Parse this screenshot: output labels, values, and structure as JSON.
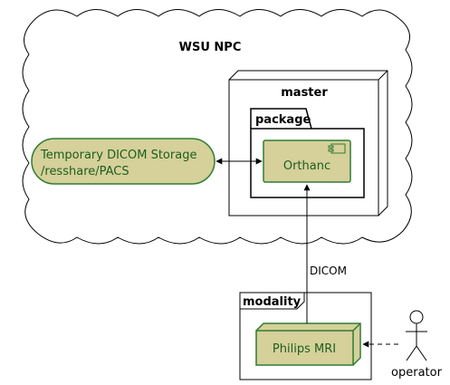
{
  "cloud": {
    "title": "WSU NPC"
  },
  "master": {
    "title": "master"
  },
  "package": {
    "title": "package"
  },
  "storage": {
    "line1": "Temporary DICOM Storage",
    "line2": "/resshare/PACS"
  },
  "orthanc": {
    "label": "Orthanc"
  },
  "modality": {
    "title": "modality"
  },
  "mri": {
    "label": "Philips MRI"
  },
  "actor": {
    "label": "operator"
  },
  "edges": {
    "dicom_label": "DICOM"
  },
  "colors": {
    "element_fill": "#D6D09A",
    "element_stroke": "#2E7D32",
    "element_text": "#1B5E20",
    "frame_stroke": "#000000"
  }
}
